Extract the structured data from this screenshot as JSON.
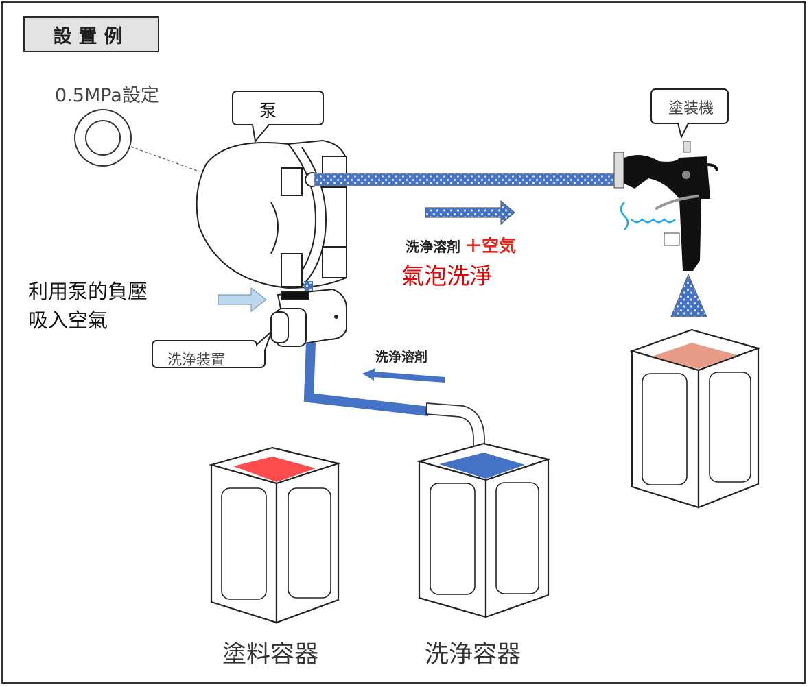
{
  "title": "設置例",
  "labels": {
    "pressure_setting": "0.5MPa設定",
    "pump": "泵",
    "spray_gun": "塗装機",
    "cleaning_device": "洗浄装置",
    "suction_line1": "利用泵的負壓",
    "suction_line2": "吸入空氣",
    "solvent_plus": "洗浄溶剤",
    "air": "＋空気",
    "bubble_cleaning": "氣泡洗淨",
    "solvent": "洗浄溶剤",
    "paint_container": "塗料容器",
    "cleaning_container": "洗浄容器"
  },
  "colors": {
    "paint": "#ff4d4d",
    "solvent": "#4472c4",
    "spray_result": "#e89b86",
    "air_arrow": "#bdd7ee",
    "coil_hose": "#1fa7e8",
    "emphasis_red": "#e60000"
  },
  "icons": {
    "pressure_gauge": "pressure-gauge-icon",
    "pump": "pump-icon",
    "cleaning_device": "cleaning-device-icon",
    "spray_gun": "spray-gun-icon",
    "container": "container-icon"
  }
}
